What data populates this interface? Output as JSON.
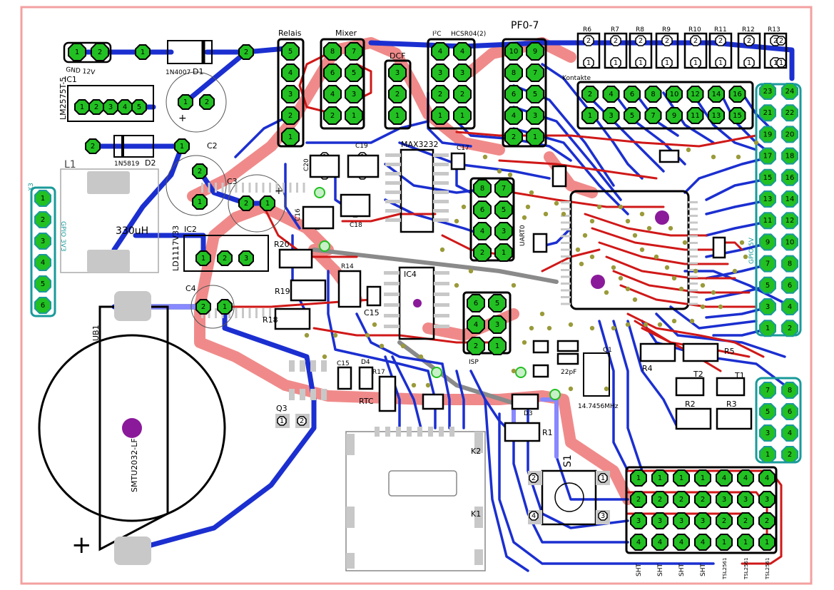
{
  "colors": {
    "outline": "#f3a0a0",
    "top_copper": "#1b2fd0",
    "bottom_copper": "#d01818",
    "wide_trace": "#f08a8a",
    "pad": "#22c022",
    "silk": "#000000",
    "smd_pad": "#c8c8c8",
    "via": "#8a8a3a",
    "highlight": "#8a1a9a",
    "teal_header": "#1a9a9a"
  },
  "labels": {
    "gnd12v": "GND 12V",
    "ic1": "IC1",
    "lm2575": "LM2575T-5",
    "d1n": "1N4007",
    "d1": "D1",
    "d2n": "1N5819",
    "d2": "D2",
    "l1": "L1",
    "l1v": "330uH",
    "c2": "C2",
    "c3": "C3",
    "plus1": "+",
    "plus2": "+",
    "ic2": "IC2",
    "ld1117": "LD1117V33",
    "c4": "C4",
    "x3": "X3",
    "x3v": "GPIO 3V3",
    "ub1": "UB1",
    "smtu": "SMTU2032-LF",
    "plus_big": "+",
    "relais": "Relais",
    "mixer": "Mixer",
    "dcf": "DCF",
    "i2c": "I²C",
    "hcsr04": "HCSR04(2)",
    "pf": "PF0-7",
    "kontakte": "Kontakte",
    "max": "MAX3232",
    "c19": "C19",
    "c20": "C20",
    "c16": "C16",
    "c18": "C18",
    "c17": "C17",
    "r20": "R20",
    "r19": "R19",
    "r18": "R18",
    "r14": "R14",
    "ic4": "IC4",
    "c15": "C15",
    "d4": "D4",
    "r17": "R17",
    "rtc": "RTC",
    "q3": "Q3",
    "k2": "K2",
    "k1": "K1",
    "s1": "S1",
    "r1": "R1",
    "d3": "D3",
    "q1": "Q1",
    "xtal": "14.7456MHz",
    "c22": "22pF",
    "r4": "R4",
    "r5": "R5",
    "t2": "T2",
    "t1": "T1",
    "r2": "R2",
    "r3": "R3",
    "isp": "ISP",
    "uart": "UART0",
    "gpio5v": "GPIO 5V",
    "r6": "R6",
    "r7": "R7",
    "r8": "R8",
    "r9": "R9",
    "r10": "R10",
    "r11": "R11",
    "r12": "R12",
    "r13": "R13",
    "sht": "SHT",
    "tsl": "TSL2561"
  },
  "pins": {
    "n1": "1",
    "n2": "2",
    "n3": "3",
    "n4": "4",
    "n5": "5",
    "n6": "6",
    "n7": "7",
    "n8": "8",
    "n9": "9",
    "n10": "10",
    "n11": "11",
    "n12": "12",
    "n13": "13",
    "n14": "14",
    "n15": "15",
    "n16": "16",
    "n17": "17",
    "n18": "18",
    "n19": "19",
    "n20": "20",
    "n21": "21",
    "n22": "22",
    "n23": "23",
    "n24": "24"
  }
}
